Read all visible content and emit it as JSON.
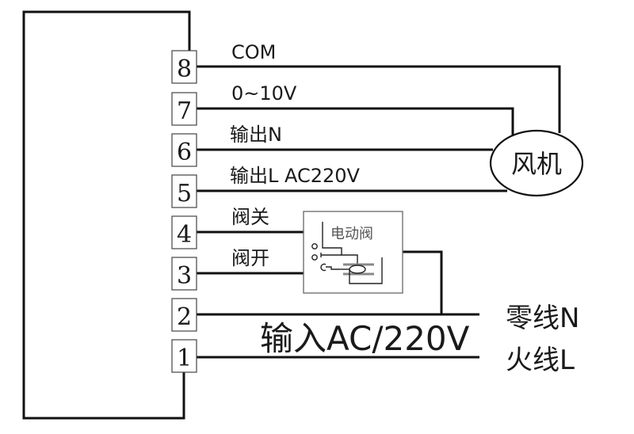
{
  "diagram": {
    "title": "Wiring diagram",
    "terminals": [
      {
        "id": "8",
        "label": "8",
        "wire_label": "COM"
      },
      {
        "id": "7",
        "label": "7",
        "wire_label": "0~10V"
      },
      {
        "id": "6",
        "label": "6",
        "wire_label": "输出N"
      },
      {
        "id": "5",
        "label": "5",
        "wire_label": "输出L AC220V"
      },
      {
        "id": "4",
        "label": "4",
        "wire_label": "阀关"
      },
      {
        "id": "3",
        "label": "3",
        "wire_label": "阀开"
      },
      {
        "id": "2",
        "label": "2",
        "wire_label": ""
      },
      {
        "id": "1",
        "label": "1",
        "wire_label": ""
      }
    ],
    "fan": {
      "label": "风机"
    },
    "valve": {
      "label": "电动阀"
    },
    "power_input": {
      "label": "输入AC/220V"
    },
    "neutral": {
      "label": "零线N"
    },
    "live": {
      "label": "火线L"
    }
  }
}
